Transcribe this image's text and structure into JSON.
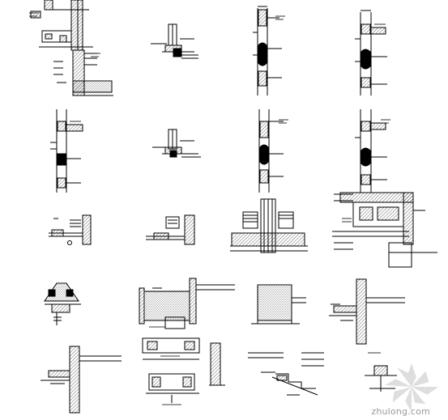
{
  "watermark": {
    "text": "zhulong.com"
  },
  "details": [
    {
      "id": "d1-1"
    },
    {
      "id": "d1-2"
    },
    {
      "id": "d1-3"
    },
    {
      "id": "d1-4"
    },
    {
      "id": "d2-1"
    },
    {
      "id": "d2-2"
    },
    {
      "id": "d2-3"
    },
    {
      "id": "d2-4"
    },
    {
      "id": "d3-1"
    },
    {
      "id": "d3-2"
    },
    {
      "id": "d3-3"
    },
    {
      "id": "d3-4"
    },
    {
      "id": "d4-1"
    },
    {
      "id": "d4-2"
    },
    {
      "id": "d4-3"
    },
    {
      "id": "d4-4"
    },
    {
      "id": "d5-1"
    },
    {
      "id": "d5-2"
    },
    {
      "id": "d5-3"
    },
    {
      "id": "d5-4"
    }
  ]
}
